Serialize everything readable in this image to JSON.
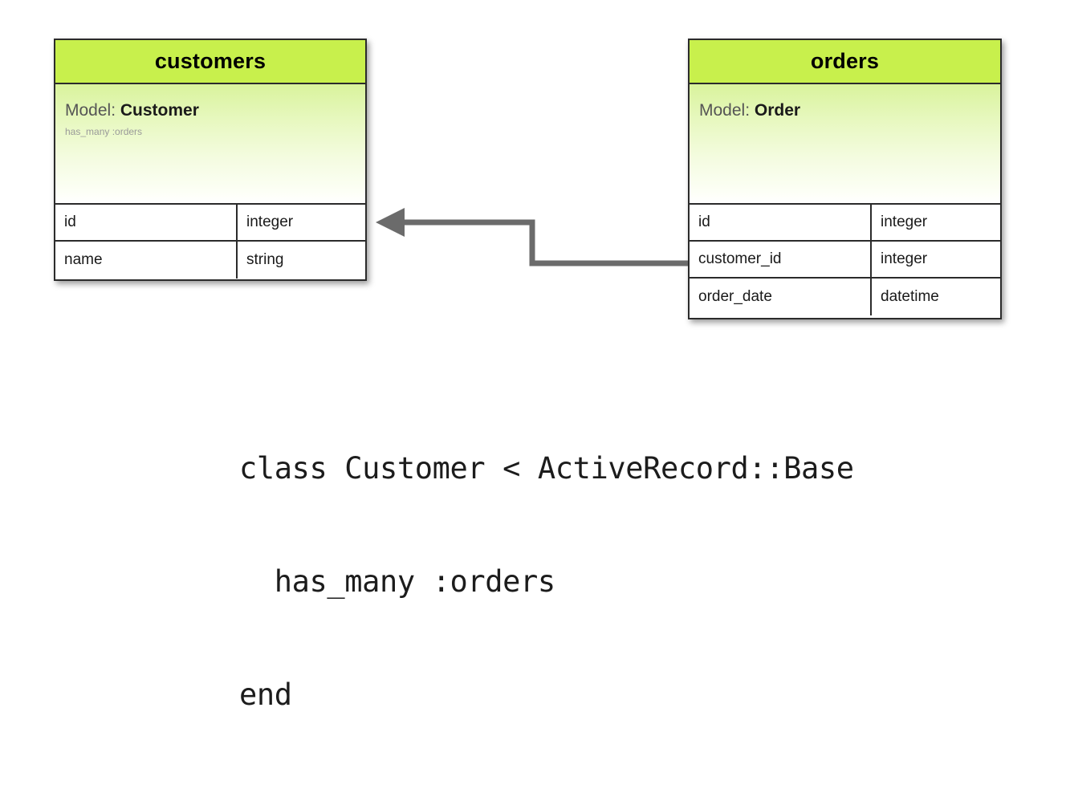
{
  "diagram": {
    "type": "entity-relationship",
    "background_color": "#ffffff",
    "accent_header_color": "#c8f04c",
    "border_color": "#2b2b2b",
    "connector_color": "#6b6b6b",
    "entities": [
      {
        "table_name": "customers",
        "model_label": "Model:",
        "model_name": "Customer",
        "association": "has_many :orders",
        "fields": [
          {
            "name": "id",
            "type": "integer"
          },
          {
            "name": "name",
            "type": "string"
          }
        ]
      },
      {
        "table_name": "orders",
        "model_label": "Model:",
        "model_name": "Order",
        "association": "",
        "fields": [
          {
            "name": "id",
            "type": "integer"
          },
          {
            "name": "customer_id",
            "type": "integer"
          },
          {
            "name": "order_date",
            "type": "datetime"
          }
        ]
      }
    ],
    "relationship": {
      "from_entity": "orders",
      "from_field": "customer_id",
      "to_entity": "customers",
      "to_field": "id",
      "arrow_direction": "left",
      "style": "orthogonal"
    }
  },
  "code": {
    "language": "ruby",
    "lines": [
      "class Customer < ActiveRecord::Base",
      "  has_many :orders",
      "end"
    ]
  }
}
